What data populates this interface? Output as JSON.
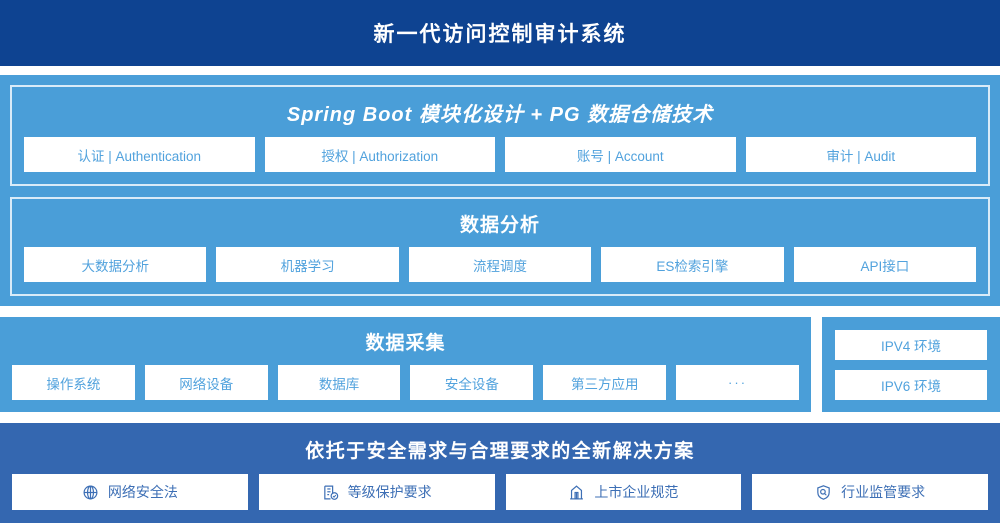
{
  "header": {
    "title": "新一代访问控制审计系统"
  },
  "upper_section": {
    "groups": [
      {
        "title": "Spring Boot 模块化设计 + PG 数据仓储技术",
        "italic": true,
        "items": [
          "认证 | Authentication",
          "授权 | Authorization",
          "账号 | Account",
          "审计 | Audit"
        ]
      },
      {
        "title": "数据分析",
        "italic": false,
        "items": [
          "大数据分析",
          "机器学习",
          "流程调度",
          "ES检索引擎",
          "API接口"
        ]
      }
    ]
  },
  "collection_section": {
    "title": "数据采集",
    "items": [
      "操作系统",
      "网络设备",
      "数据库",
      "安全设备",
      "第三方应用",
      "···"
    ],
    "environments": [
      "IPV4 环境",
      "IPV6 环境"
    ]
  },
  "bottom_section": {
    "title": "依托于安全需求与合理要求的全新解决方案",
    "items": [
      {
        "label": "网络安全法",
        "icon": "globe-icon"
      },
      {
        "label": "等级保护要求",
        "icon": "document-check-icon"
      },
      {
        "label": "上市企业规范",
        "icon": "bank-building-icon"
      },
      {
        "label": "行业监管要求",
        "icon": "shield-search-icon"
      }
    ]
  },
  "colors": {
    "header_navy": "#0e4391",
    "panel_blue": "#4a9ed8",
    "bottom_blue": "#3467b0",
    "chip_text_blue": "#51a2dd",
    "bottom_chip_text": "#3d6fb5",
    "frame_border": "#d9ebf8"
  }
}
